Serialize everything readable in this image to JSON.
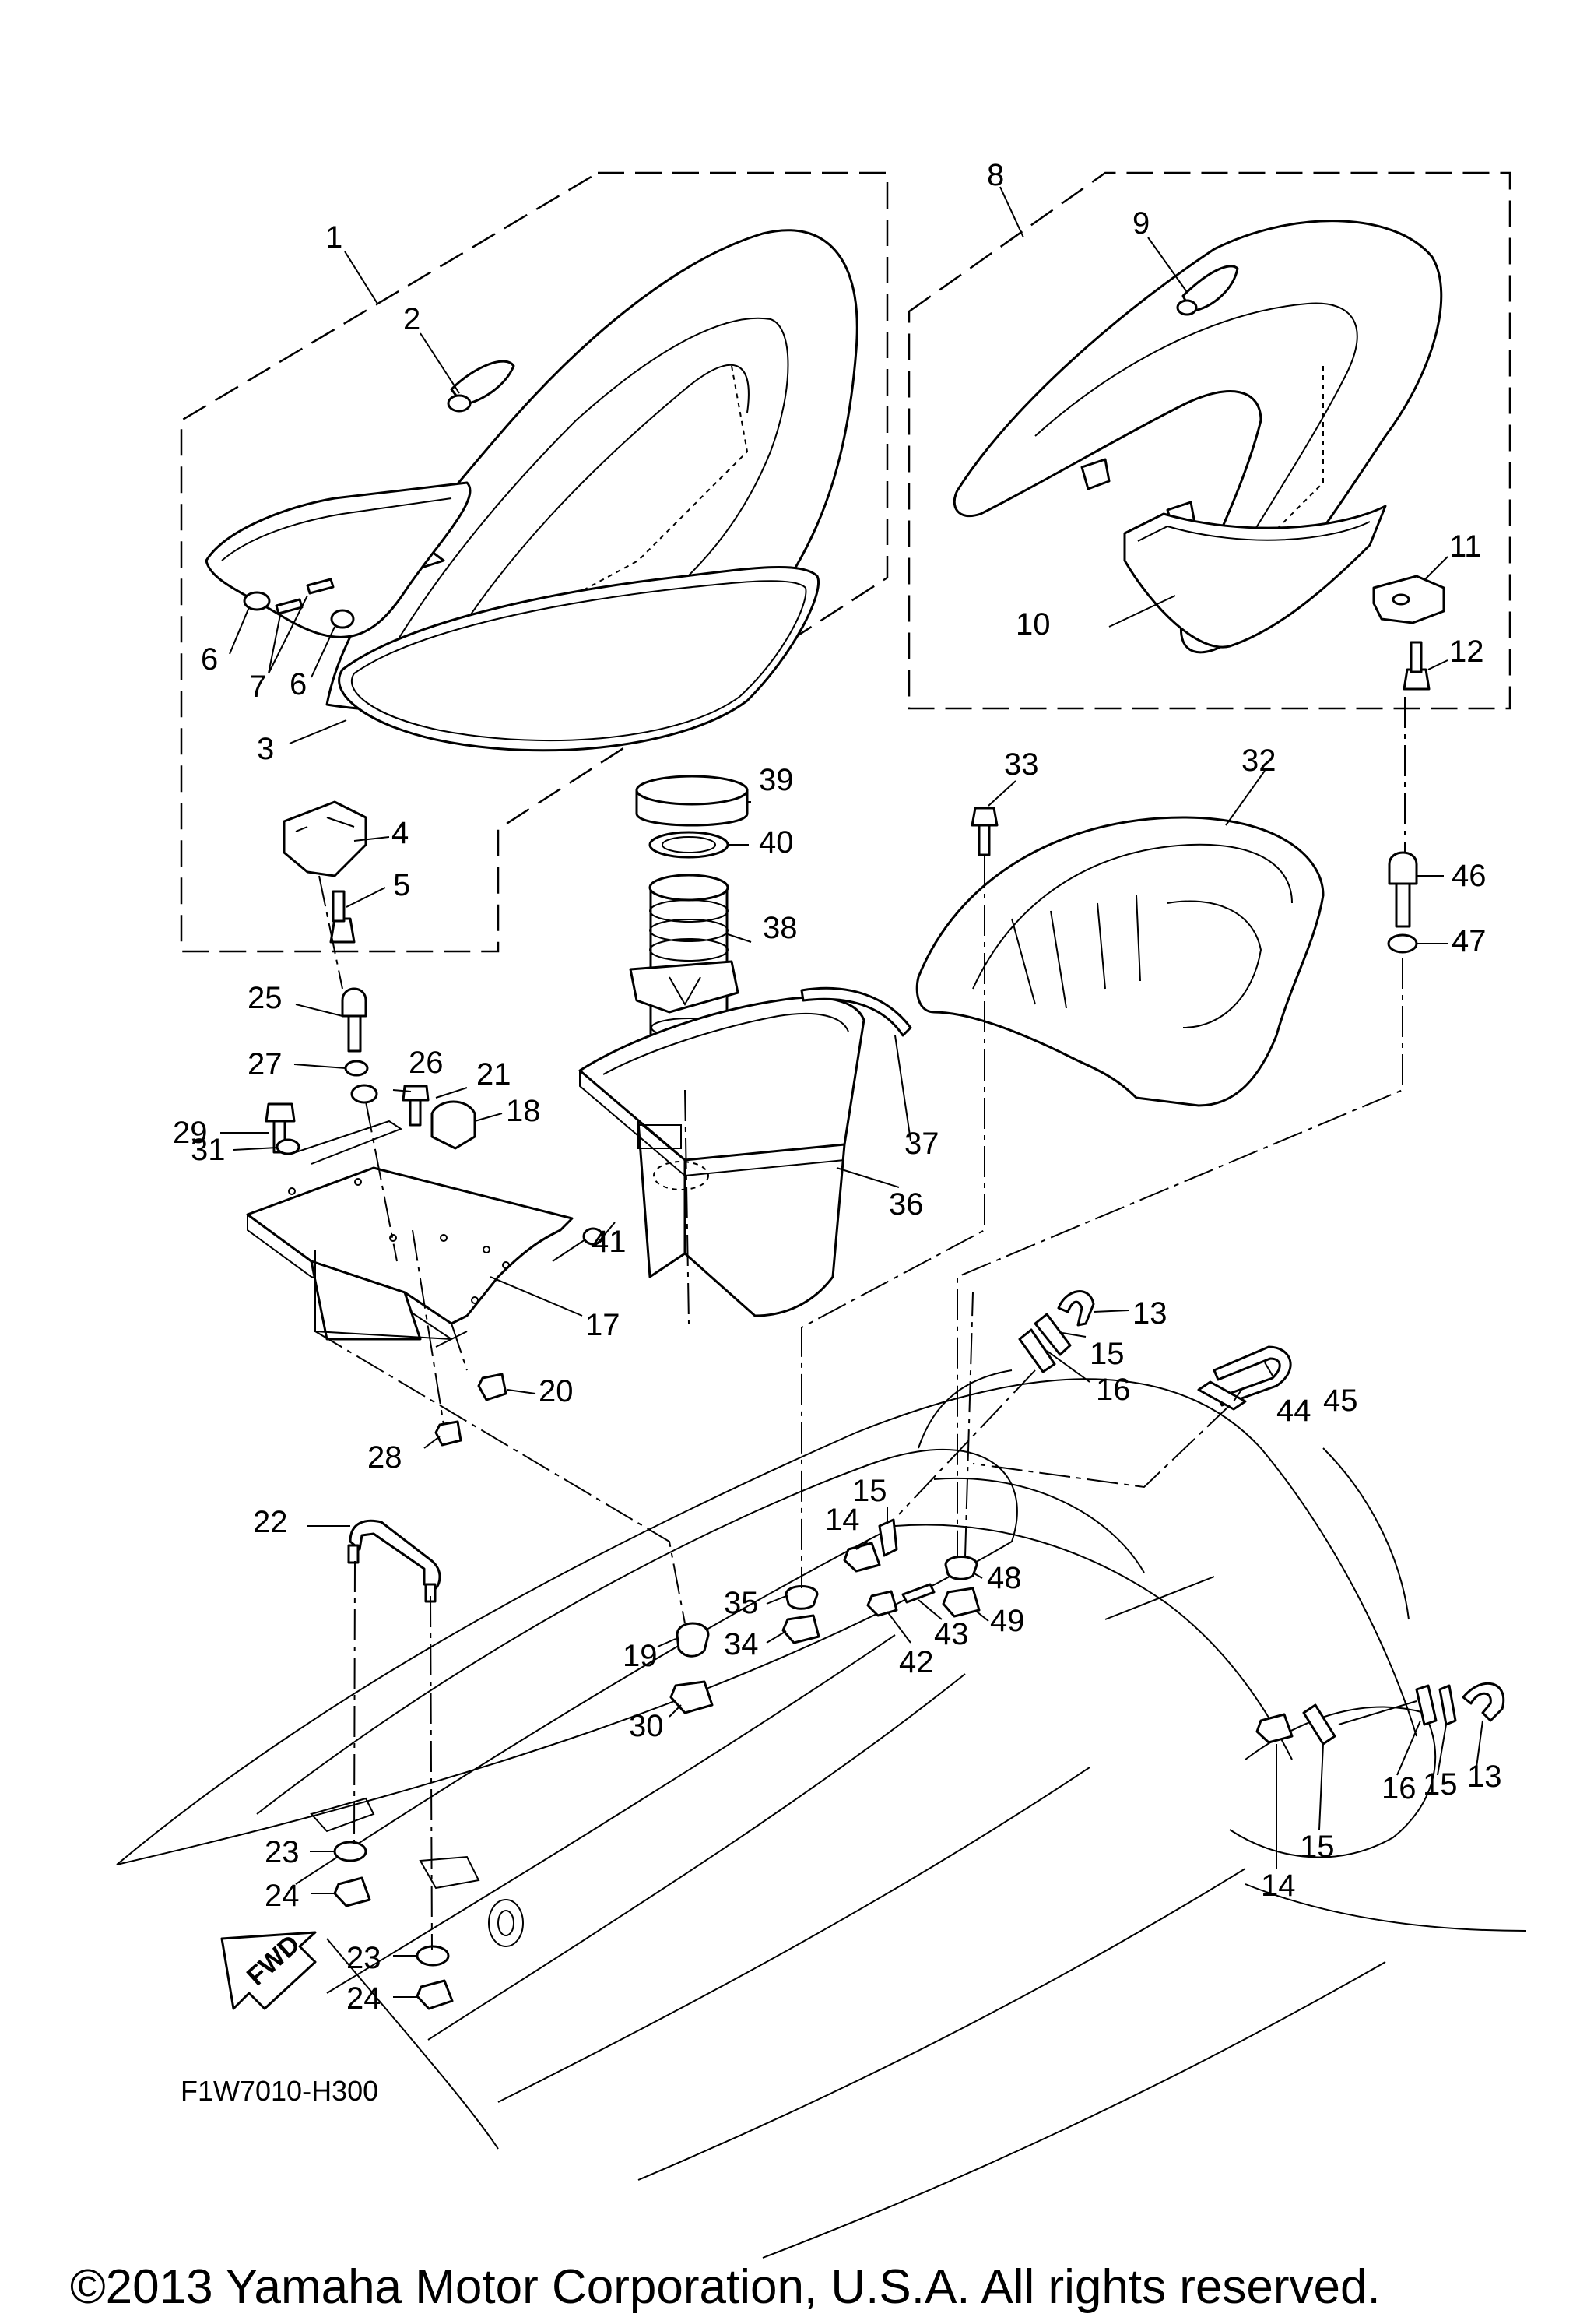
{
  "diagram_code": "F1W7010-H300",
  "copyright": "©2013 Yamaha Motor Corporation, U.S.A. All rights reserved.",
  "fwd_badge": "FWD",
  "callouts": [
    {
      "id": "c1",
      "num": "1"
    },
    {
      "id": "c2",
      "num": "2"
    },
    {
      "id": "c3",
      "num": "3"
    },
    {
      "id": "c4",
      "num": "4"
    },
    {
      "id": "c5",
      "num": "5"
    },
    {
      "id": "c6a",
      "num": "6"
    },
    {
      "id": "c6b",
      "num": "6"
    },
    {
      "id": "c7",
      "num": "7"
    },
    {
      "id": "c8",
      "num": "8"
    },
    {
      "id": "c9",
      "num": "9"
    },
    {
      "id": "c10",
      "num": "10"
    },
    {
      "id": "c11",
      "num": "11"
    },
    {
      "id": "c12",
      "num": "12"
    },
    {
      "id": "c13a",
      "num": "13"
    },
    {
      "id": "c13b",
      "num": "13"
    },
    {
      "id": "c14a",
      "num": "14"
    },
    {
      "id": "c14b",
      "num": "14"
    },
    {
      "id": "c15a",
      "num": "15"
    },
    {
      "id": "c15b",
      "num": "15"
    },
    {
      "id": "c15c",
      "num": "15"
    },
    {
      "id": "c15d",
      "num": "15"
    },
    {
      "id": "c16a",
      "num": "16"
    },
    {
      "id": "c16b",
      "num": "16"
    },
    {
      "id": "c17",
      "num": "17"
    },
    {
      "id": "c18",
      "num": "18"
    },
    {
      "id": "c19",
      "num": "19"
    },
    {
      "id": "c20",
      "num": "20"
    },
    {
      "id": "c21",
      "num": "21"
    },
    {
      "id": "c22",
      "num": "22"
    },
    {
      "id": "c23a",
      "num": "23"
    },
    {
      "id": "c23b",
      "num": "23"
    },
    {
      "id": "c24a",
      "num": "24"
    },
    {
      "id": "c24b",
      "num": "24"
    },
    {
      "id": "c25",
      "num": "25"
    },
    {
      "id": "c26",
      "num": "26"
    },
    {
      "id": "c27",
      "num": "27"
    },
    {
      "id": "c28",
      "num": "28"
    },
    {
      "id": "c29",
      "num": "29"
    },
    {
      "id": "c30",
      "num": "30"
    },
    {
      "id": "c31",
      "num": "31"
    },
    {
      "id": "c32",
      "num": "32"
    },
    {
      "id": "c33",
      "num": "33"
    },
    {
      "id": "c34",
      "num": "34"
    },
    {
      "id": "c35",
      "num": "35"
    },
    {
      "id": "c36",
      "num": "36"
    },
    {
      "id": "c37",
      "num": "37"
    },
    {
      "id": "c38",
      "num": "38"
    },
    {
      "id": "c39",
      "num": "39"
    },
    {
      "id": "c40",
      "num": "40"
    },
    {
      "id": "c41",
      "num": "41"
    },
    {
      "id": "c42",
      "num": "42"
    },
    {
      "id": "c43",
      "num": "43"
    },
    {
      "id": "c44",
      "num": "44"
    },
    {
      "id": "c45",
      "num": "45"
    },
    {
      "id": "c46",
      "num": "46"
    },
    {
      "id": "c47",
      "num": "47"
    },
    {
      "id": "c48",
      "num": "48"
    },
    {
      "id": "c49",
      "num": "49"
    }
  ]
}
